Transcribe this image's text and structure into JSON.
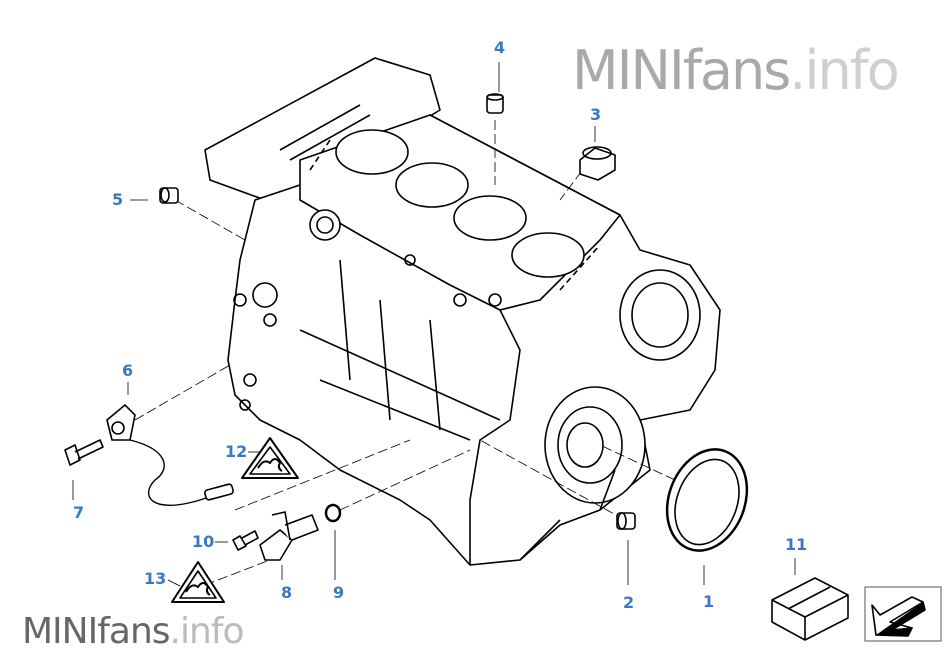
{
  "watermark_top": {
    "main": "MINIfans",
    "suffix": ".info"
  },
  "watermark_bottom": {
    "main": "MINIfans",
    "suffix": ".info"
  },
  "colors": {
    "label": "#3a78c2",
    "line": "#000000"
  },
  "callouts": [
    {
      "num": "1",
      "part": "seal-ring"
    },
    {
      "num": "2",
      "part": "dowel-sleeve"
    },
    {
      "num": "3",
      "part": "screw-plug"
    },
    {
      "num": "4",
      "part": "dowel-sleeve"
    },
    {
      "num": "5",
      "part": "dowel-sleeve"
    },
    {
      "num": "6",
      "part": "knock-sensor"
    },
    {
      "num": "7",
      "part": "bolt"
    },
    {
      "num": "8",
      "part": "crankshaft-sensor"
    },
    {
      "num": "9",
      "part": "o-ring"
    },
    {
      "num": "10",
      "part": "bolt"
    },
    {
      "num": "11",
      "part": "sealant-box"
    },
    {
      "num": "12",
      "part": "warning-label"
    },
    {
      "num": "13",
      "part": "warning-label"
    }
  ],
  "nav_icon": "arrow-down-left-icon"
}
